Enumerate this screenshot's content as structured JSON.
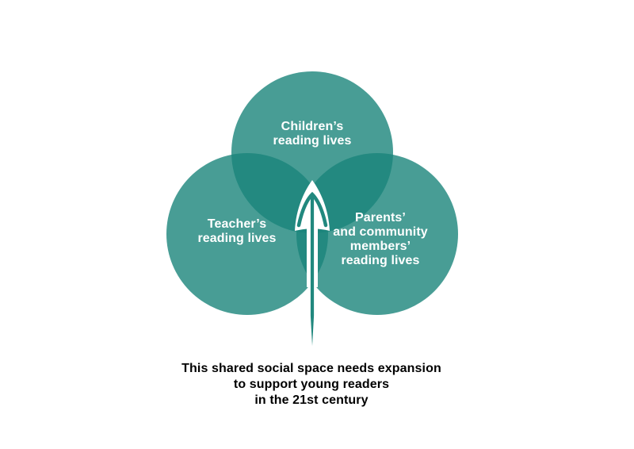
{
  "diagram": {
    "type": "venn-3-circle",
    "colors": {
      "circle_fill": "#1A847B",
      "single_region": "#479D95",
      "overlap_region": "#23897F",
      "arrow": "#21887E",
      "arrow_head_fill": "#FFFFFF",
      "label_text": "#FFFFFF",
      "caption_text": "#000000",
      "background": "#FFFFFF"
    },
    "circles": [
      {
        "id": "children",
        "label_lines": [
          "Children’s",
          "reading lives"
        ]
      },
      {
        "id": "teachers",
        "label_lines": [
          "Teacher’s",
          "reading lives"
        ]
      },
      {
        "id": "parents",
        "label_lines": [
          "Parents’",
          "and community",
          "members’",
          "reading lives"
        ]
      }
    ],
    "arrow_icon": "up-arrow",
    "caption_lines": [
      "This shared social space needs expansion",
      "to support young readers",
      "in the 21st century"
    ]
  }
}
